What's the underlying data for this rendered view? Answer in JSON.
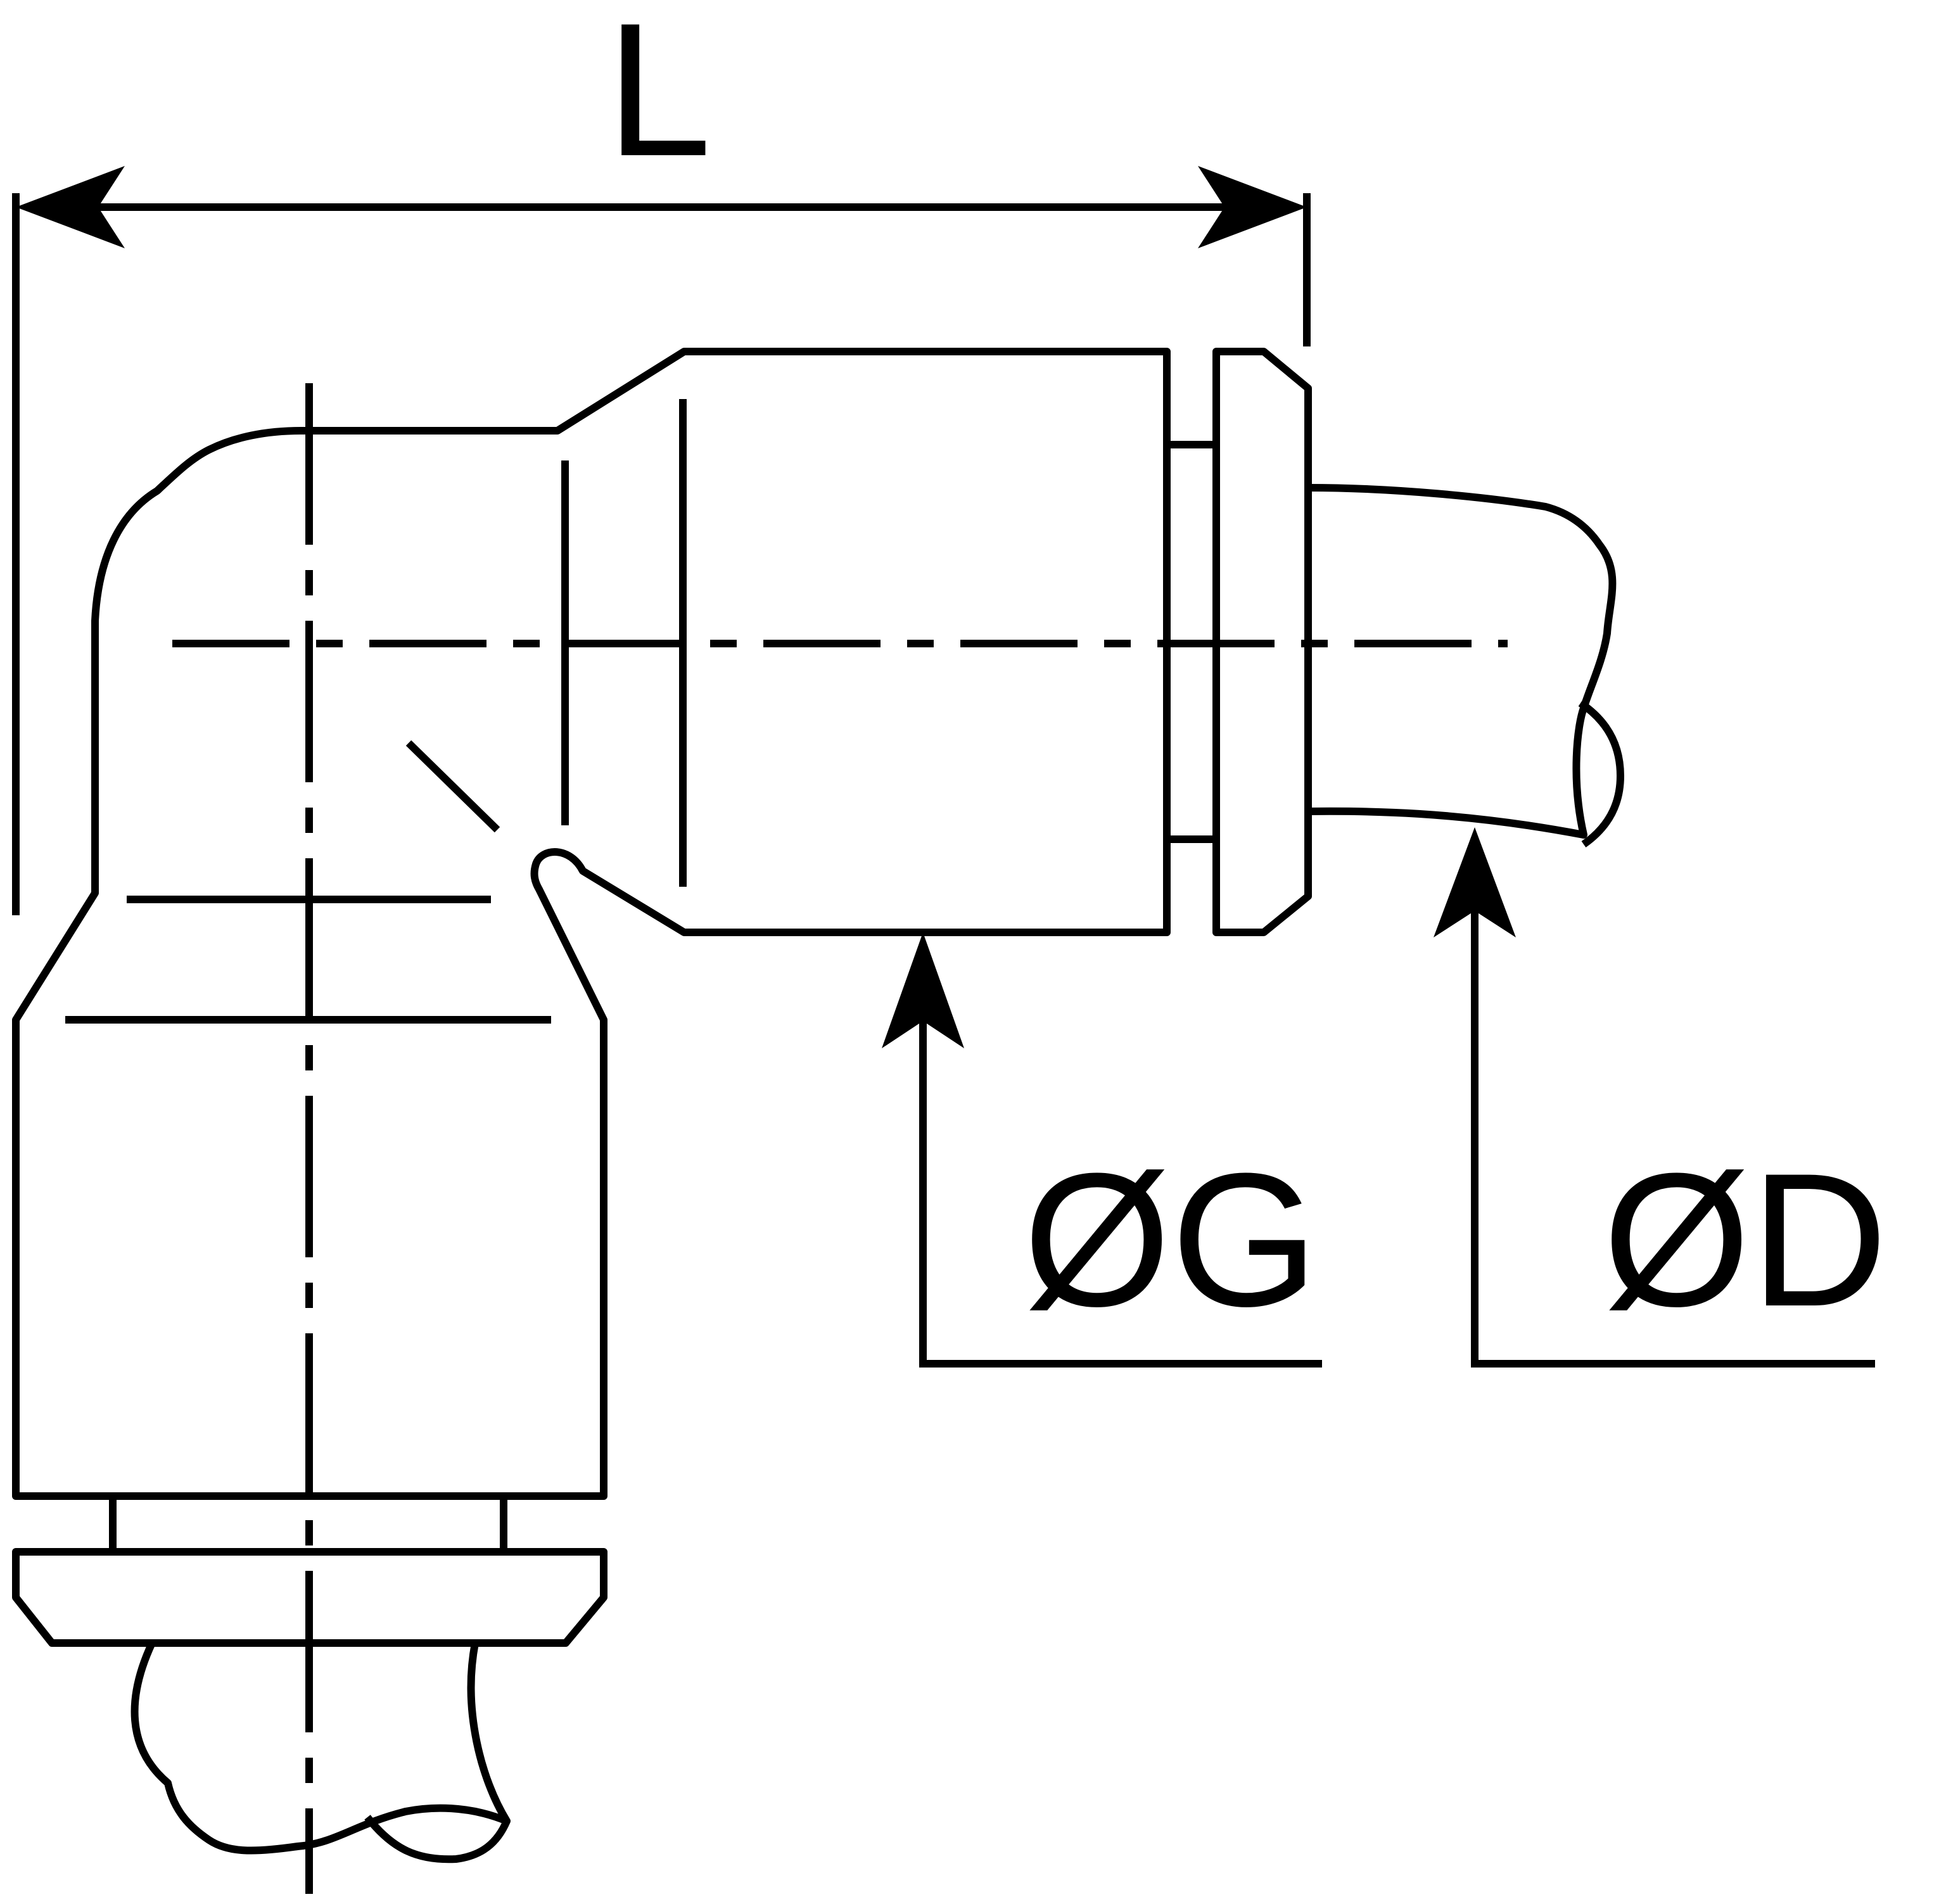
{
  "dimensions": {
    "length_label": "L",
    "body_diameter_label": "ØG",
    "tube_diameter_label": "ØD"
  },
  "colors": {
    "stroke": "#000000",
    "background": "#ffffff"
  }
}
